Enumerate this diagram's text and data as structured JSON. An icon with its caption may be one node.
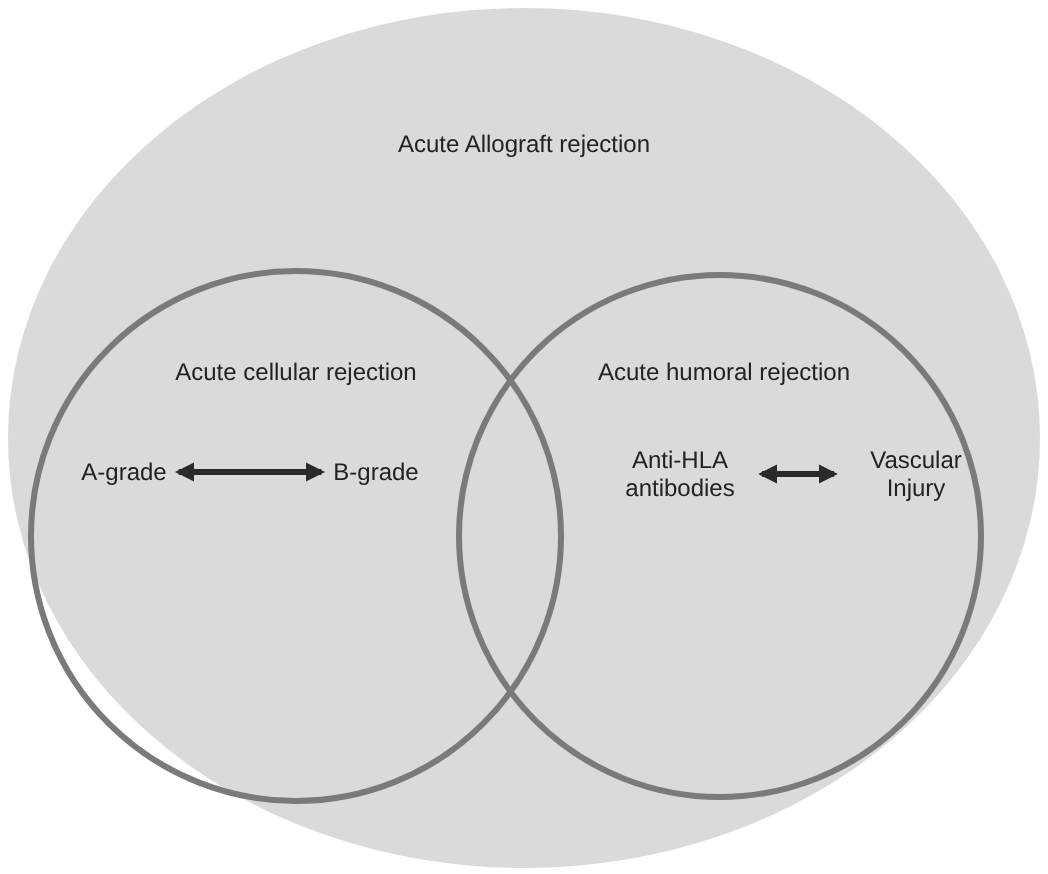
{
  "diagram": {
    "nodes": [
      {
        "text": [
          "Acute Allograft rejection"
        ]
      },
      {
        "text": [
          "Acute cellular rejection"
        ],
        "in": 0
      },
      {
        "text": [
          "Acute humoral rejection"
        ],
        "in": 0
      },
      {
        "text": [
          "A-grade"
        ],
        "in": 1
      },
      {
        "text": [
          "B-grade"
        ],
        "in": 1
      },
      {
        "text": [
          "Anti-HLA antibodies"
        ],
        "in": 2
      },
      {
        "text": [
          "Vascular Injury"
        ],
        "in": 2
      }
    ],
    "edges": [
      {
        "from": 3,
        "to": 4,
        "arrow": "both"
      },
      {
        "from": 5,
        "to": 6,
        "arrow": "both"
      }
    ]
  }
}
